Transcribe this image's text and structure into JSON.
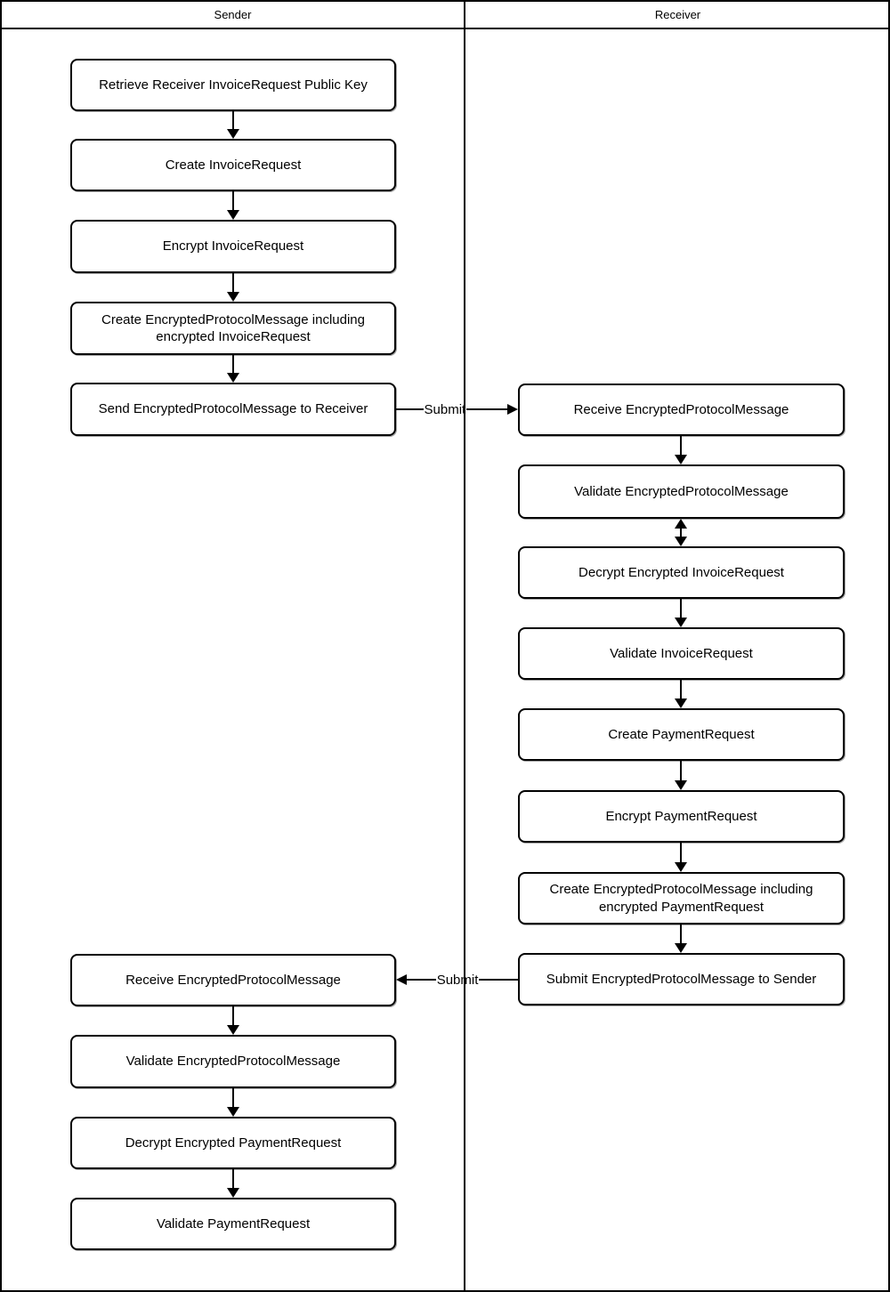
{
  "lanes": {
    "sender": "Sender",
    "receiver": "Receiver"
  },
  "nodes": {
    "s1": "Retrieve Receiver InvoiceRequest Public Key",
    "s2": "Create InvoiceRequest",
    "s3": "Encrypt InvoiceRequest",
    "s4": "Create EncryptedProtocolMessage including encrypted InvoiceRequest",
    "s5": "Send EncryptedProtocolMessage to Receiver",
    "s6": "Receive EncryptedProtocolMessage",
    "s7": "Validate EncryptedProtocolMessage",
    "s8": "Decrypt Encrypted PaymentRequest",
    "s9": "Validate PaymentRequest",
    "r1": "Receive EncryptedProtocolMessage",
    "r2": "Validate EncryptedProtocolMessage",
    "r3": "Decrypt Encrypted InvoiceRequest",
    "r4": "Validate InvoiceRequest",
    "r5": "Create PaymentRequest",
    "r6": "Encrypt PaymentRequest",
    "r7": "Create EncryptedProtocolMessage including encrypted PaymentRequest",
    "r8": "Submit EncryptedProtocolMessage to Sender"
  },
  "edge_labels": {
    "submit_to_receiver": "Submit",
    "submit_to_sender": "Submit"
  },
  "colors": {
    "stroke": "#000000",
    "fill": "#ffffff"
  }
}
